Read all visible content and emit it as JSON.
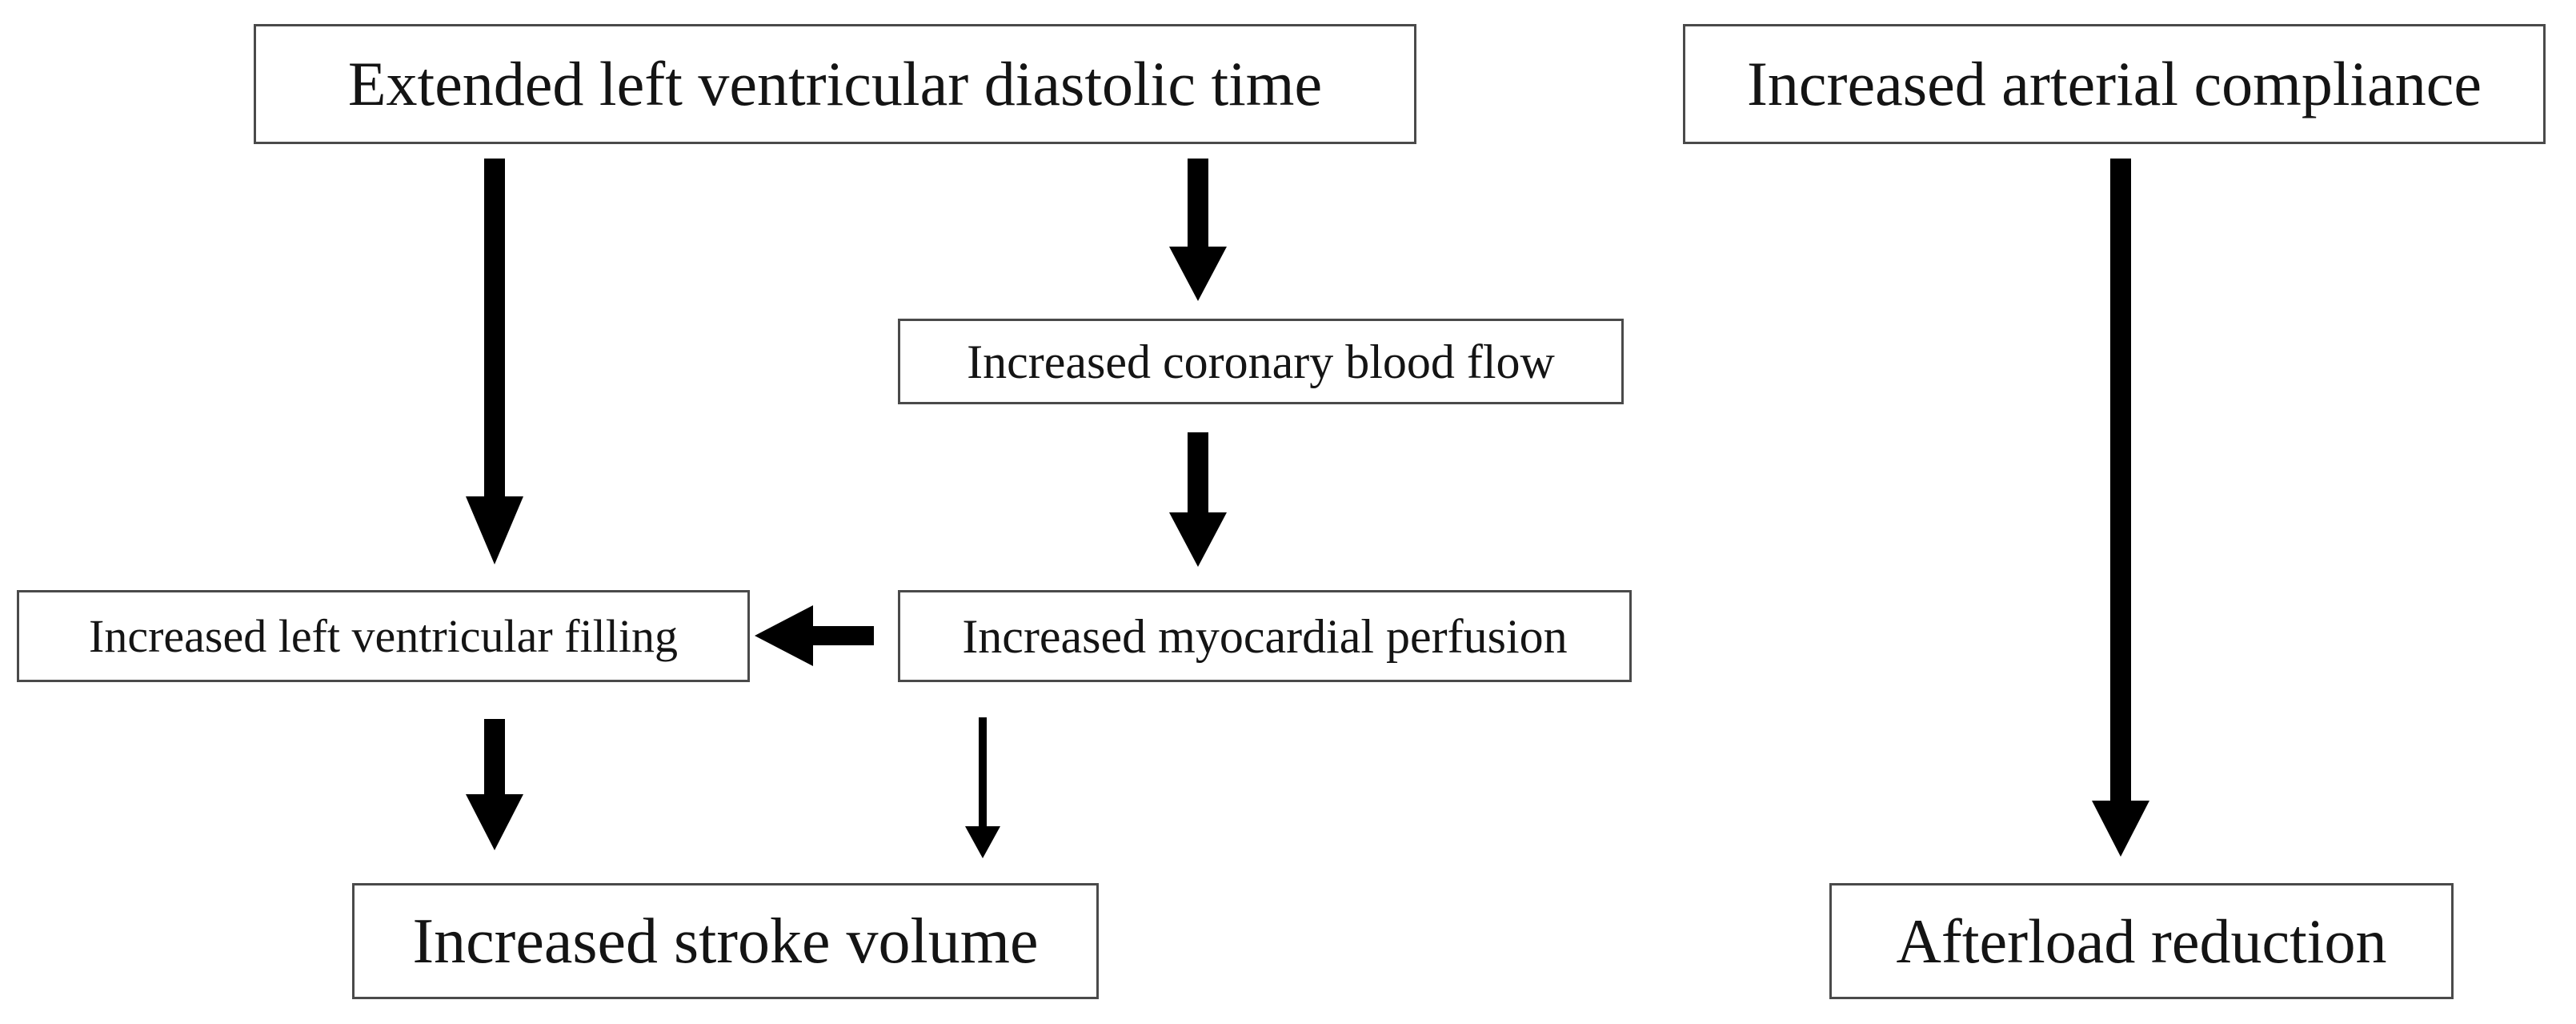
{
  "colors": {
    "background": "#ffffff",
    "box_border": "#4a4a4a",
    "text": "#141414",
    "arrow": "#000000"
  },
  "nodes": [
    {
      "id": "extended-lv-diastolic-time",
      "label": "Extended left ventricular diastolic time"
    },
    {
      "id": "increased-arterial-compliance",
      "label": "Increased arterial compliance"
    },
    {
      "id": "increased-coronary-blood-flow",
      "label": "Increased coronary blood flow"
    },
    {
      "id": "increased-lv-filling",
      "label": "Increased left ventricular filling"
    },
    {
      "id": "increased-myocardial-perfusion",
      "label": "Increased myocardial perfusion"
    },
    {
      "id": "increased-stroke-volume",
      "label": "Increased stroke volume"
    },
    {
      "id": "afterload-reduction",
      "label": "Afterload reduction"
    }
  ],
  "edges": [
    {
      "from": "extended-lv-diastolic-time",
      "to": "increased-lv-filling",
      "style": "thick",
      "direction": "down"
    },
    {
      "from": "extended-lv-diastolic-time",
      "to": "increased-coronary-blood-flow",
      "style": "thick",
      "direction": "down"
    },
    {
      "from": "increased-coronary-blood-flow",
      "to": "increased-myocardial-perfusion",
      "style": "thick",
      "direction": "down"
    },
    {
      "from": "increased-myocardial-perfusion",
      "to": "increased-lv-filling",
      "style": "thick",
      "direction": "left"
    },
    {
      "from": "increased-lv-filling",
      "to": "increased-stroke-volume",
      "style": "thick",
      "direction": "down"
    },
    {
      "from": "increased-myocardial-perfusion",
      "to": "increased-stroke-volume",
      "style": "thin",
      "direction": "down"
    },
    {
      "from": "increased-arterial-compliance",
      "to": "afterload-reduction",
      "style": "thick",
      "direction": "down"
    }
  ]
}
